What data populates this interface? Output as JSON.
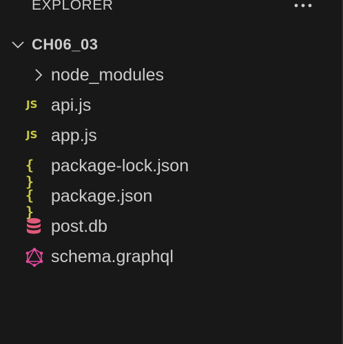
{
  "header": {
    "title": "EXPLORER",
    "more_icon": "ellipsis-icon"
  },
  "tree": {
    "folder": {
      "name": "CH06_03",
      "expanded": true,
      "icon": "chevron-down-icon"
    },
    "items": [
      {
        "name": "node_modules",
        "kind": "folder",
        "icon": "chevron-right-icon"
      },
      {
        "name": "api.js",
        "kind": "file",
        "icon": "js-icon",
        "icon_text": "JS"
      },
      {
        "name": "app.js",
        "kind": "file",
        "icon": "js-icon",
        "icon_text": "JS"
      },
      {
        "name": "package-lock.json",
        "kind": "file",
        "icon": "json-icon",
        "icon_text": "{ }"
      },
      {
        "name": "package.json",
        "kind": "file",
        "icon": "json-icon",
        "icon_text": "{ }"
      },
      {
        "name": "post.db",
        "kind": "file",
        "icon": "database-icon"
      },
      {
        "name": "schema.graphql",
        "kind": "file",
        "icon": "graphql-icon"
      }
    ]
  },
  "colors": {
    "background": "#181818",
    "text": "#cccccc",
    "js_icon": "#cbcb41",
    "json_icon": "#cbcb41",
    "db_icon": "#e05a7a",
    "graphql_icon": "#e5489f"
  }
}
